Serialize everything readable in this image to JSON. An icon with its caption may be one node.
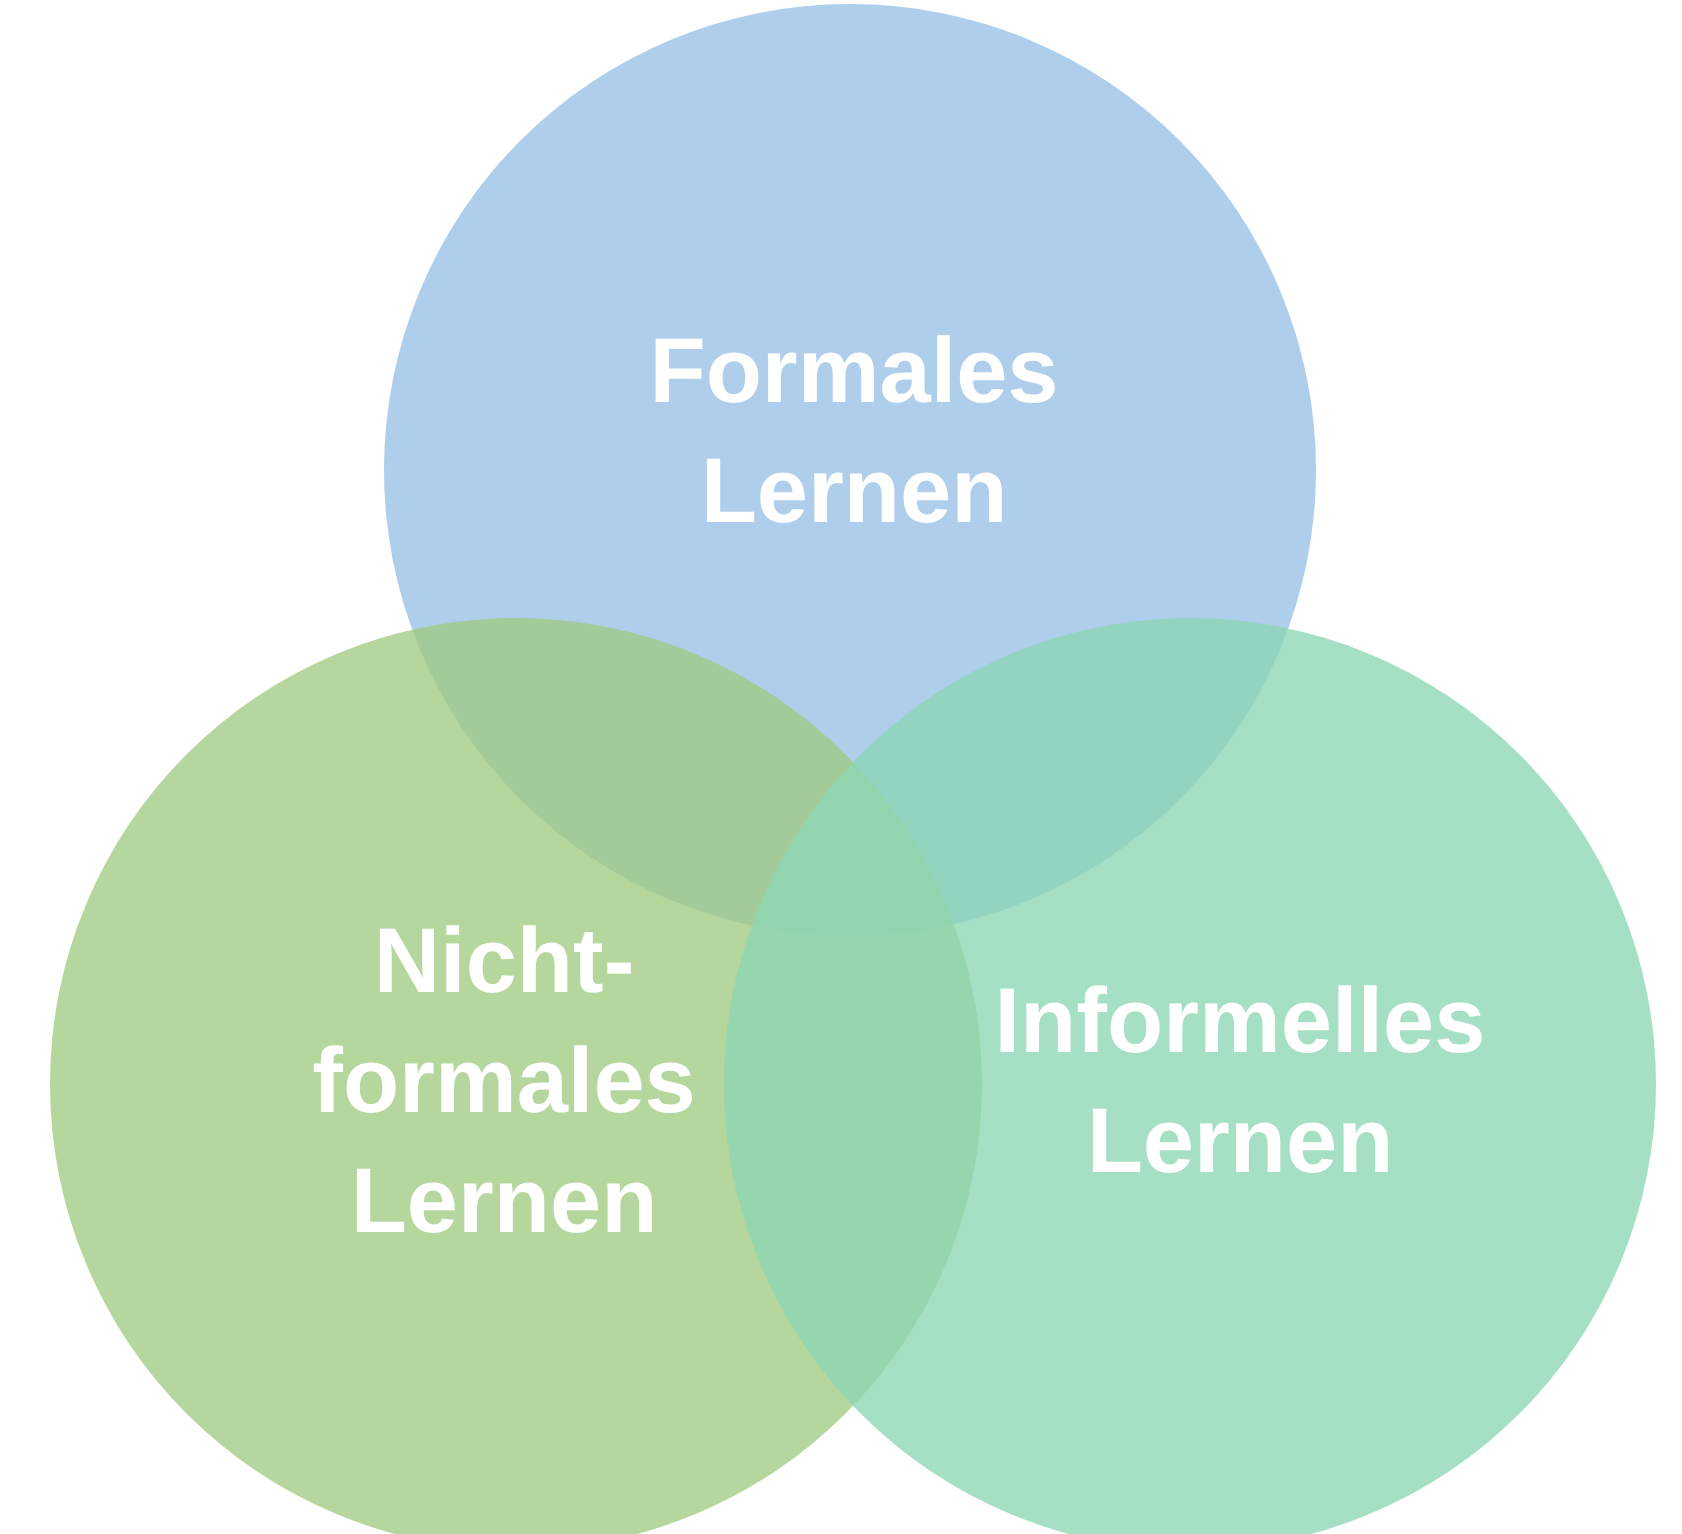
{
  "diagram": {
    "nodes": [
      {
        "text": [
          "Formales Lernen"
        ]
      },
      {
        "text": [
          "Nicht-formales Lernen"
        ]
      },
      {
        "text": [
          "Informelles Lernen"
        ]
      }
    ],
    "edges": []
  }
}
